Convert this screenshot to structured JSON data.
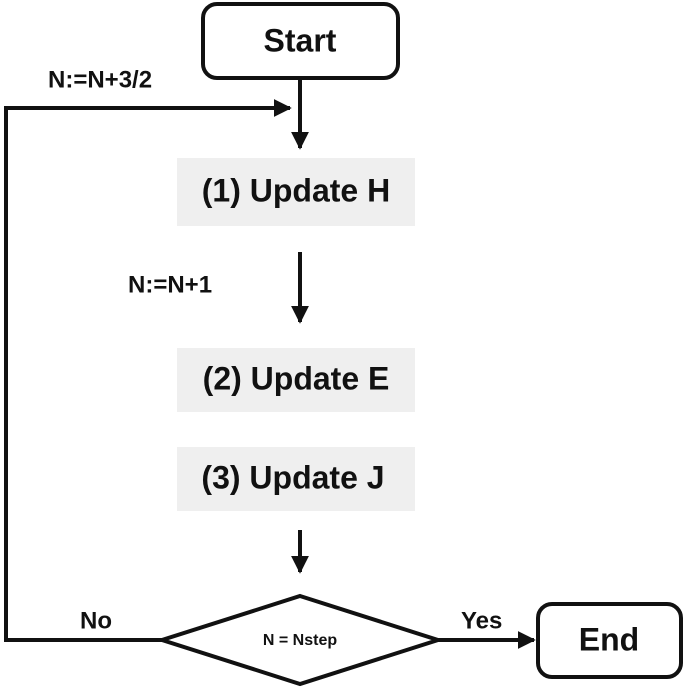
{
  "nodes": {
    "start": "Start",
    "update_h": "(1) Update H",
    "update_e": "(2) Update E",
    "update_j": "(3) Update J",
    "decision": "N = Nstep",
    "end": "End"
  },
  "edge_labels": {
    "loop": "N:=N+3/2",
    "half_step": "N:=N+1",
    "no": "No",
    "yes": "Yes"
  },
  "colors": {
    "ink": "#111111",
    "process_fill": "#efefef",
    "background": "#ffffff"
  }
}
